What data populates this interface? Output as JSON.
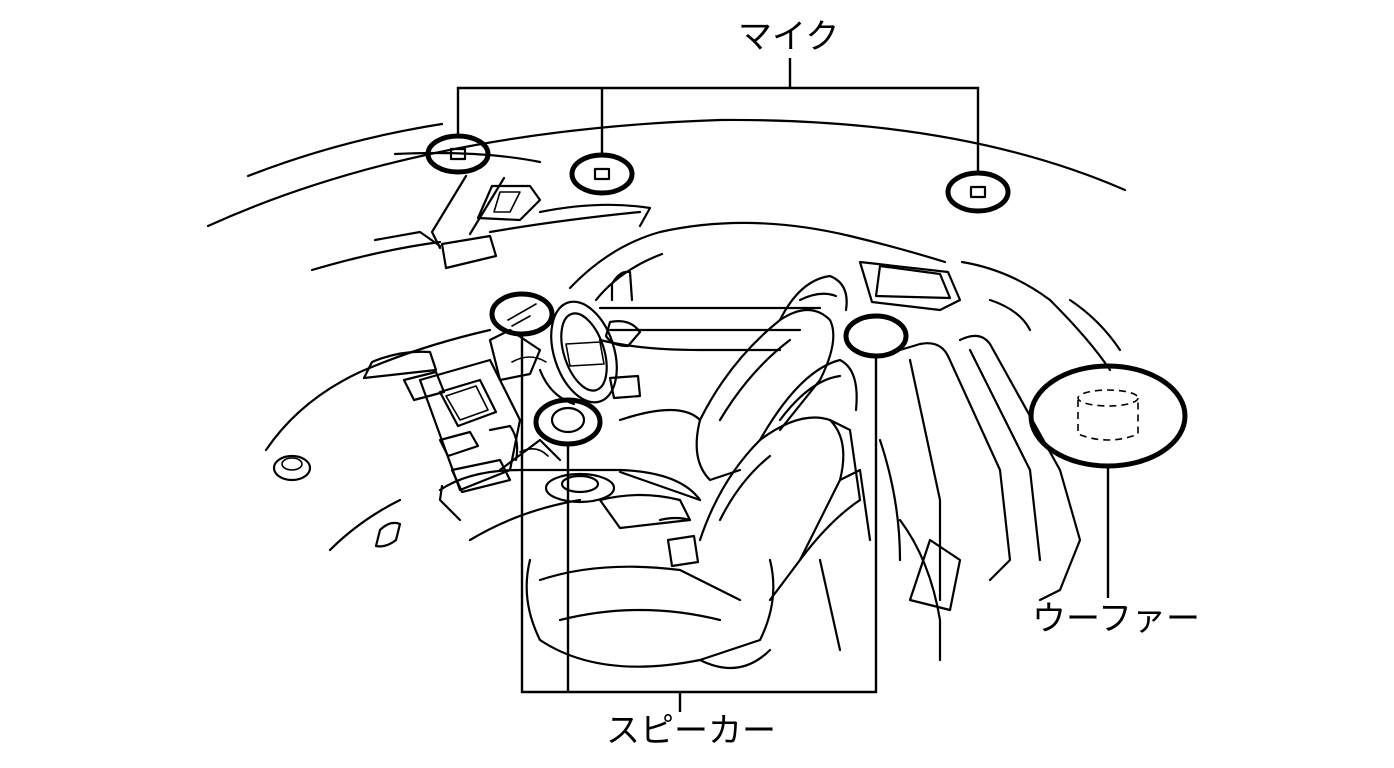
{
  "labels": {
    "mic": "マイク",
    "woofer": "ウーファー",
    "speaker": "スピーカー"
  }
}
